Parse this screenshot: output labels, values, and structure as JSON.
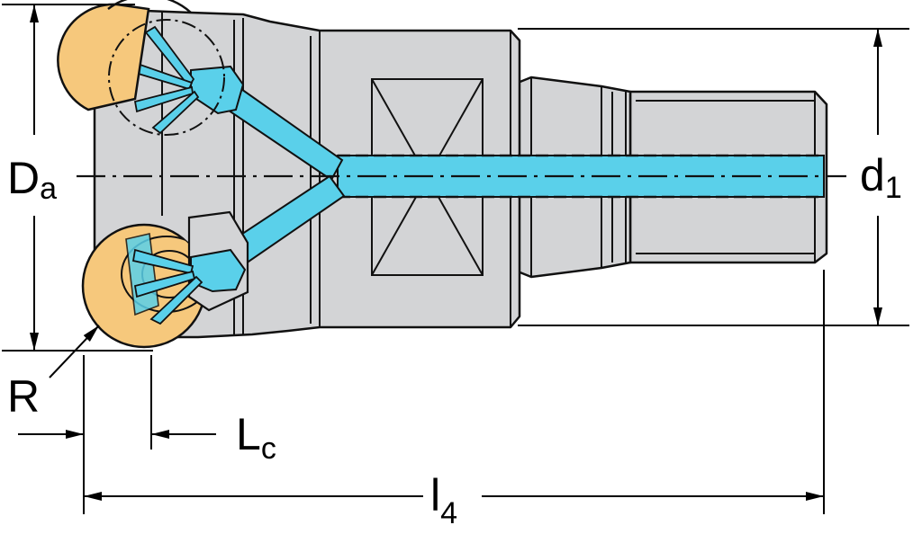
{
  "labels": {
    "Da": {
      "main": "D",
      "sub": "a"
    },
    "d1": {
      "main": "d",
      "sub": "1"
    },
    "R": {
      "main": "R"
    },
    "Lc": {
      "main": "L",
      "sub": "c"
    },
    "l4": {
      "main": "l",
      "sub": "4"
    }
  },
  "colors": {
    "body": "#d3d4d6",
    "coolant": "#5ad0ea",
    "insert": "#f6c87c",
    "outline": "#111111"
  }
}
